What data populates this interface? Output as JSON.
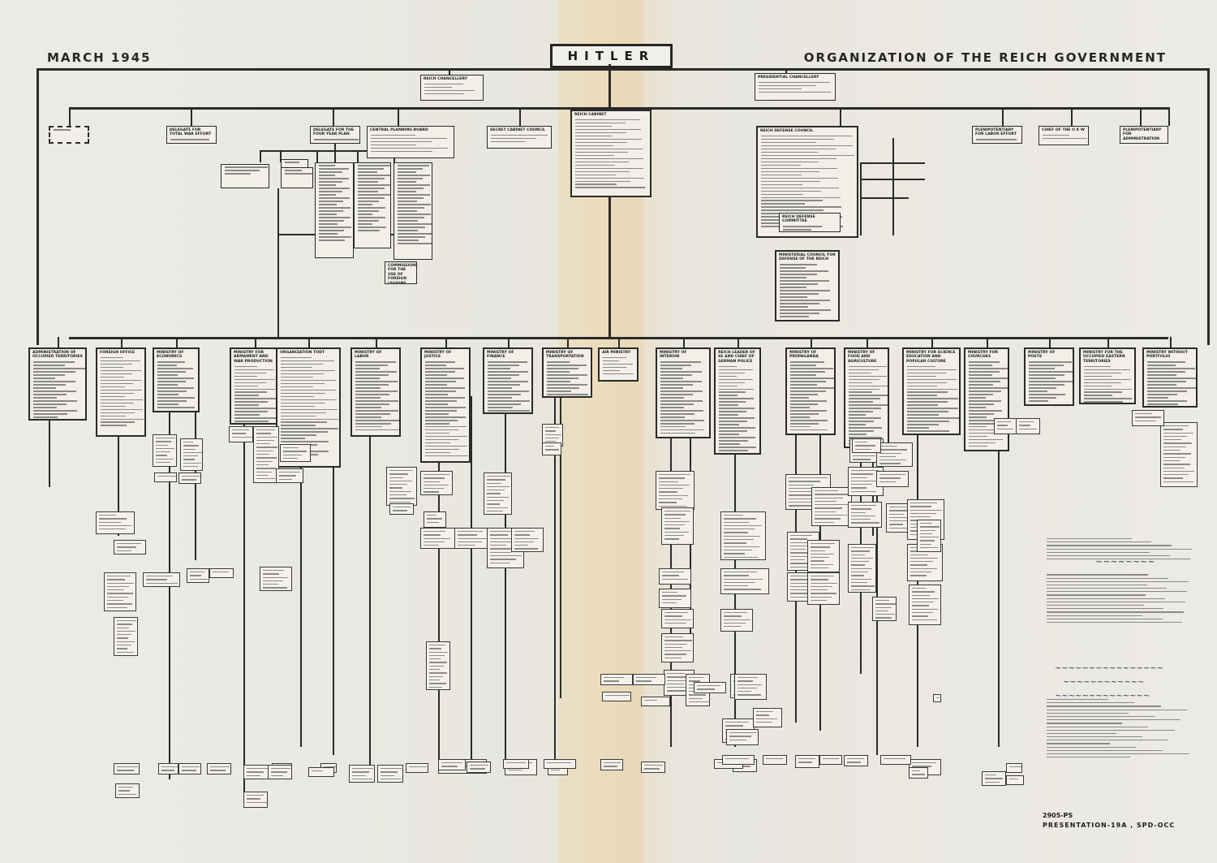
{
  "header": {
    "date": "MARCH 1945",
    "title": "ORGANIZATION OF THE REICH GOVERNMENT",
    "head": "HITLER"
  },
  "level1": {
    "reich_chancellery": "REICH CHANCELLERY",
    "presidential_chancellery": "PRESIDENTIAL CHANCELLERY"
  },
  "level2": {
    "delegate_total_war": "DELEGATE FOR TOTAL WAR EFFORT",
    "four_year_plan": "DELEGATE FOR THE FOUR YEAR PLAN",
    "central_planning": "CENTRAL PLANNING BOARD",
    "secret_cabinet": "SECRET CABINET COUNCIL",
    "reich_cabinet": "REICH CABINET",
    "reich_defense_council": "REICH DEFENSE COUNCIL",
    "plenipotentiary_labor": "PLENIPOTENTIARY FOR LABOR EFFORT",
    "chief_okw": "CHIEF OF THE O K W",
    "plenipotentiary_admin": "PLENIPOTENTIARY FOR ADMINISTRATION",
    "reich_defense_committee": "REICH DEFENSE COMMITTEE",
    "ministerial_council": "MINISTERIAL COUNCIL FOR DEFENSE OF THE REICH",
    "commissioner": "COMMISSIONER FOR THE USE OF FOREIGN LEGIONS"
  },
  "ministries": [
    "ADMINISTRATION OF OCCUPIED TERRITORIES",
    "FOREIGN OFFICE",
    "MINISTRY OF ECONOMICS",
    "MINISTRY FOR ARMAMENT AND WAR PRODUCTION",
    "ORGANIZATION TODT",
    "MINISTRY OF LABOR",
    "MINISTRY OF JUSTICE",
    "MINISTRY OF FINANCE",
    "MINISTRY OF TRANSPORTATION",
    "AIR MINISTRY",
    "MINISTRY OF INTERIOR",
    "REICH LEADER OF SS AND CHIEF OF GERMAN POLICE",
    "MINISTRY OF PROPAGANDA",
    "MINISTRY OF FOOD AND AGRICULTURE",
    "MINISTRY FOR SCIENCE EDUCATION AND POPULAR CULTURE",
    "MINISTRY FOR CHURCHES",
    "MINISTRY OF POSTS",
    "MINISTRY FOR THE OCCUPIED EASTERN TERRITORIES",
    "MINISTRY WITHOUT PORTFOLIO"
  ],
  "footer": {
    "code": "2905-PS",
    "presentation": "PRESENTATION-19A , SPD-OCC"
  }
}
